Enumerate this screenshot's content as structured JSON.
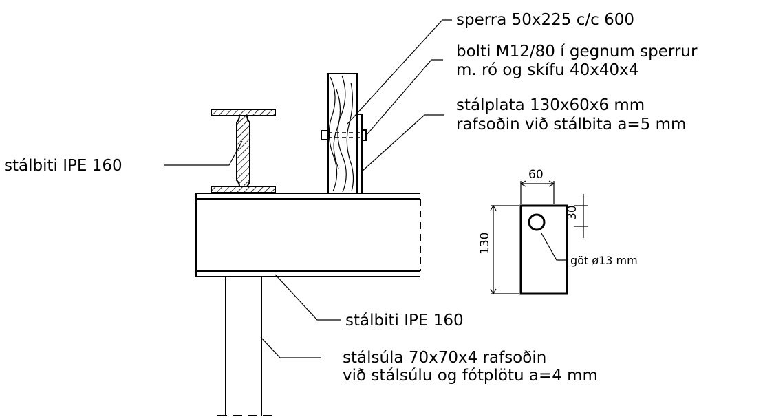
{
  "labels": {
    "rafter": "sperra 50x225 c/c 600",
    "bolt_line1": "bolti M12/80 í gegnum sperrur",
    "bolt_line2": "m. ró og skífu 40x40x4",
    "plate_line1": "stálplata 130x60x6 mm",
    "plate_line2": "rafsoðin við stálbita a=5 mm",
    "upper_beam": "stálbiti IPE 160",
    "lower_beam": "stálbiti IPE 160",
    "column_line1": "stálsúla 70x70x4 rafsoðin",
    "column_line2": "við stálsúlu og fótplötu a=4 mm"
  },
  "plate_detail": {
    "width_dim": "60",
    "height_dim": "130",
    "hole_offset_dim": "30",
    "hole_label": "göt ø13 mm"
  }
}
